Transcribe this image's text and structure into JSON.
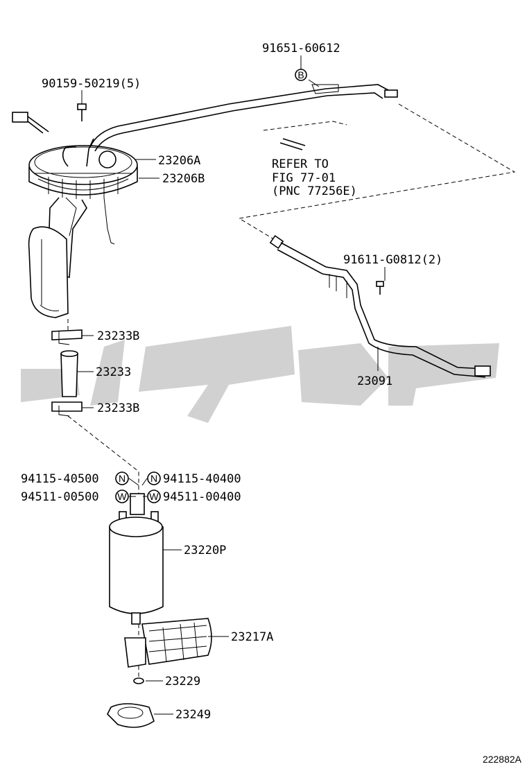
{
  "callouts": {
    "c91651": "91651-60612",
    "c90159": "90159-50219(5)",
    "c23206a": "23206A",
    "c23206b": "23206B",
    "refer1": "REFER TO",
    "refer2": "FIG 77-01",
    "refer3": "(PNC 77256E)",
    "c91611": "91611-G0812(2)",
    "c23233b_top": "23233B",
    "c23233": "23233",
    "c23233b_bottom": "23233B",
    "c23091": "23091",
    "c94115_40500": "94115-40500",
    "c94115_40400": "94115-40400",
    "c94511_00500": "94511-00500",
    "c94511_00400": "94511-00400",
    "c23220p": "23220P",
    "c23217a": "23217A",
    "c23229": "23229",
    "c23249": "23249",
    "figure_code": "222882A"
  },
  "markers": {
    "b": "B",
    "n1": "N",
    "n2": "N",
    "w1": "W",
    "w2": "W"
  },
  "colors": {
    "line": "#000000",
    "watermark": "#9a9a9a"
  }
}
